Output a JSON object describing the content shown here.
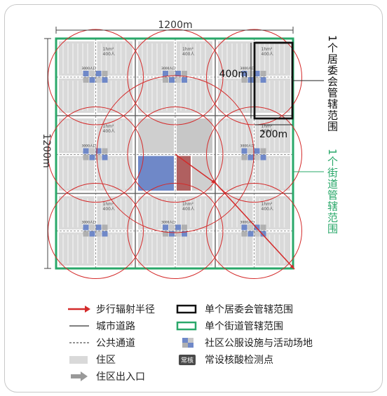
{
  "dimensions": {
    "top": "1200m",
    "left": "1200m",
    "committee_width": "400m",
    "committee_height": "200m"
  },
  "block": {
    "area_label": "1hm²",
    "capacity_label": "400人",
    "facility_label": "3000人口"
  },
  "side_labels": {
    "committee": "1个居委会管辖范围",
    "street": "1个街道管辖范围"
  },
  "legend": {
    "walking_radius": "步行辐射半径",
    "city_road": "城市道路",
    "public_passage": "公共通道",
    "residential": "住区",
    "entrance": "住区出入口",
    "committee_boundary": "单个居委会管辖范围",
    "street_boundary": "单个街道管辖范围",
    "community_facility": "社区公服设施与活动场地",
    "testing_badge": "常核",
    "testing_point": "常设核酸检测点"
  },
  "colors": {
    "radius": "#d42a2a",
    "street_boundary": "#2aa86a",
    "committee_boundary": "#111111",
    "residential": "#d9d9d9",
    "facility": "#6f88c8",
    "road": "#555555"
  }
}
